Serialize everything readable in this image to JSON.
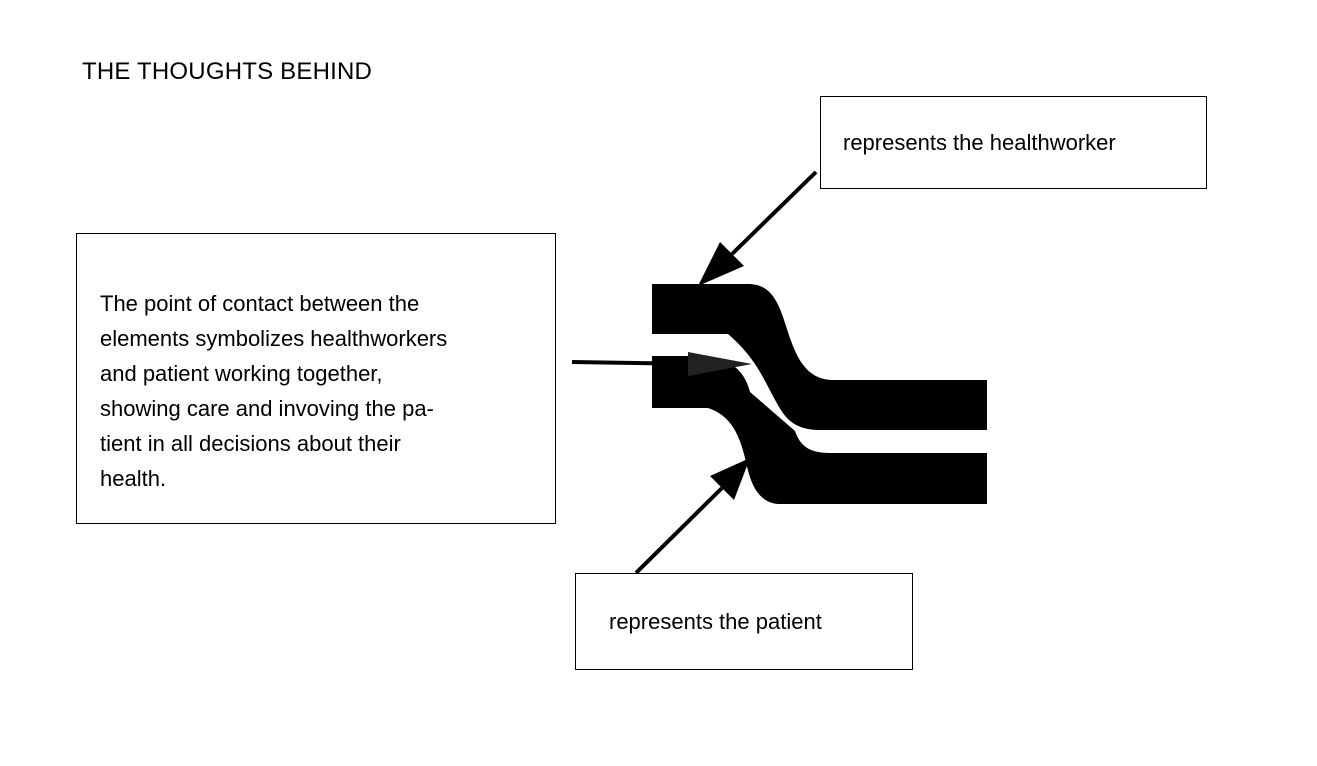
{
  "title": "THE THOUGHTS BEHIND",
  "callouts": {
    "healthworker": "represents the healthworker",
    "contact": "The point of contact between the\nelements symbolizes healthworkers\nand patient working together,\nshowing care and invoving the pa-\ntient in all decisions about their\nhealth.",
    "patient": "represents the patient"
  },
  "colors": {
    "ink": "#000000",
    "background": "#ffffff"
  }
}
